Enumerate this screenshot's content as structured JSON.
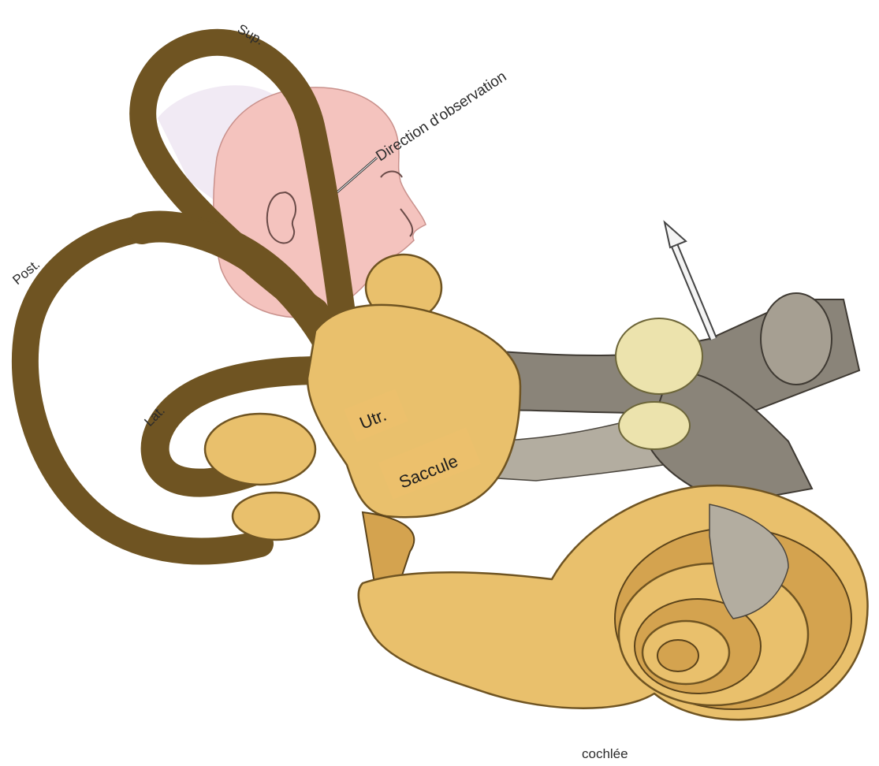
{
  "labels": {
    "superior": "Sup.",
    "posterior": "Post.",
    "lateral": "Lat.",
    "observation": "Direction d'observation",
    "utricle": "Utr.",
    "saccule": "Saccule",
    "cochlea": "cochlée"
  },
  "colors": {
    "labyrinth": "#e9c06c",
    "nerve": "#8a8479",
    "ganglion": "#ece3ad",
    "head": "#f4c3be",
    "background": "#ffffff"
  }
}
